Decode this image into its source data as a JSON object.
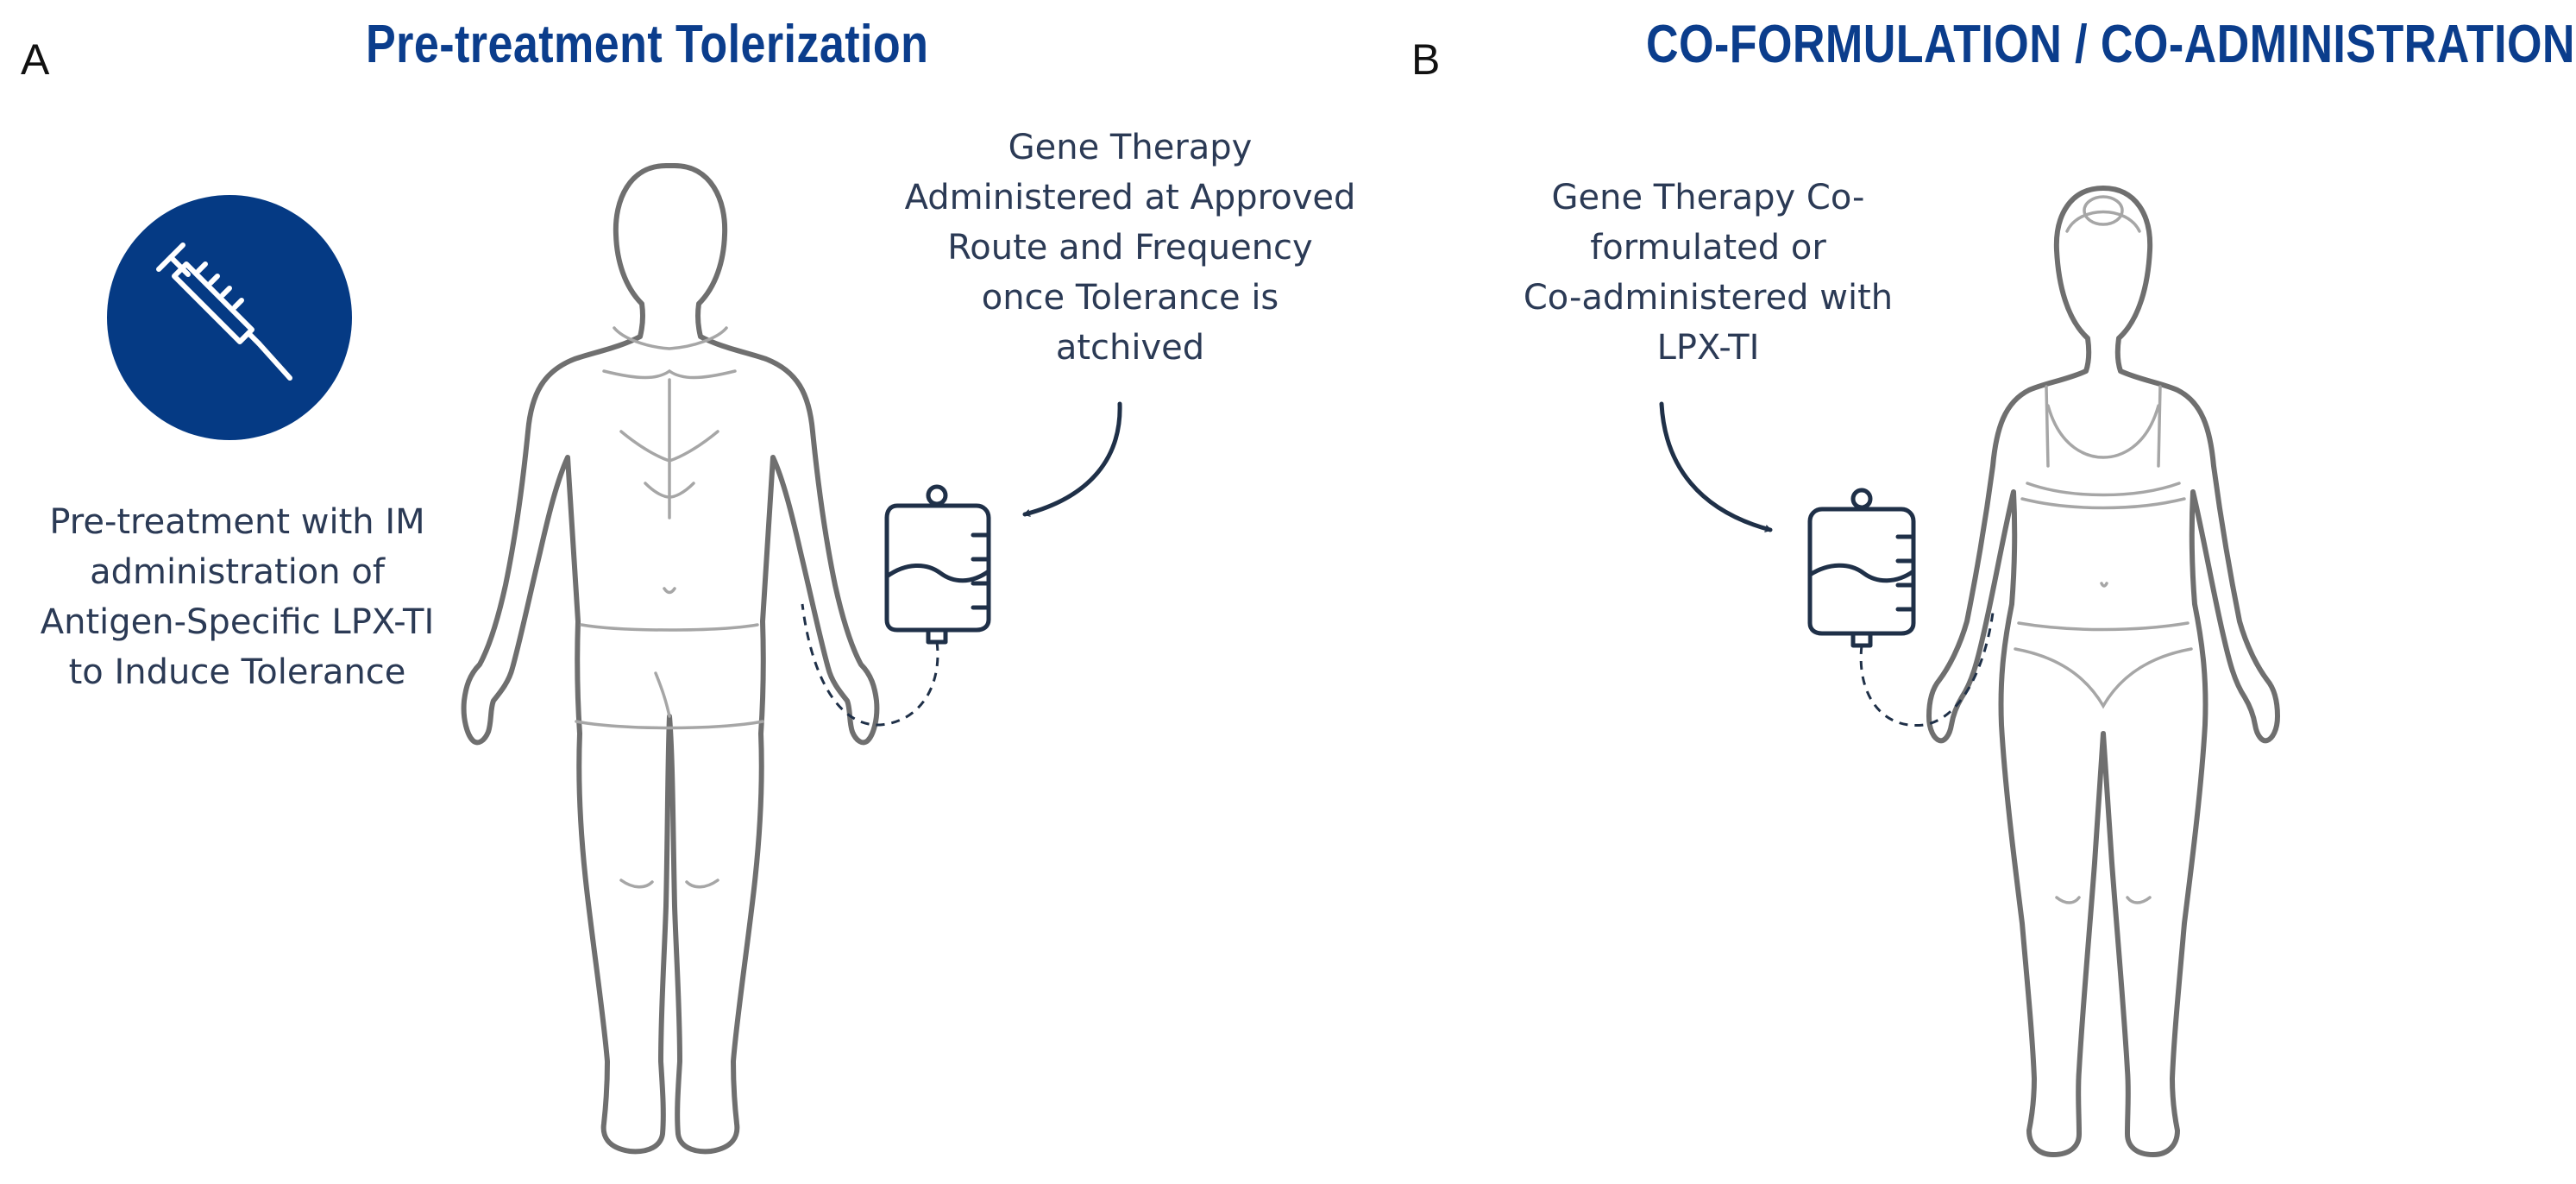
{
  "panel_a": {
    "letter": "A",
    "heading": "Pre-treatment Tolerization",
    "left_caption": [
      "Pre-treatment with IM",
      "administration of",
      "Antigen-Specific LPX-TI",
      "to Induce Tolerance"
    ],
    "right_caption": [
      "Gene Therapy",
      "Administered at Approved",
      "Route and Frequency",
      "once Tolerance is",
      "atchived"
    ]
  },
  "panel_b": {
    "letter": "B",
    "heading": "CO-FORMULATION / CO-ADMINISTRATION",
    "caption": [
      "Gene Therapy Co-",
      "formulated or",
      "Co-administered with",
      "LPX-TI"
    ]
  },
  "colors": {
    "heading_blue": "#0b3d8c",
    "syringe_circle": "#053a84",
    "text": "#2b3a55",
    "body_outline": "#6f6f6f",
    "iv_bag_stroke": "#1f3048"
  },
  "icons": [
    "syringe-icon",
    "iv-bag-icon",
    "arrow-icon",
    "iv-tube-icon",
    "male-body-icon",
    "female-body-icon"
  ]
}
